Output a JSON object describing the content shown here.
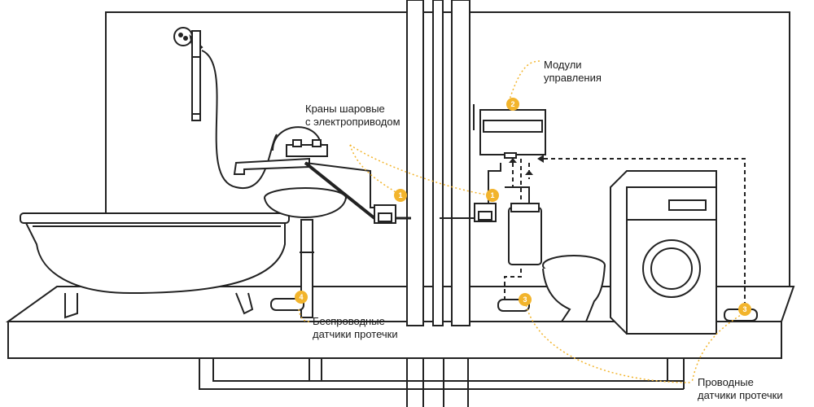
{
  "colors": {
    "accent": "#f2b42c",
    "line": "#222222",
    "background": "#ffffff"
  },
  "labels": {
    "control_modules": {
      "line1": "Модули",
      "line2": "управления"
    },
    "ball_valves": {
      "line1": "Краны шаровые",
      "line2": "с электроприводом"
    },
    "wireless_sensors": {
      "line1": "Беспроводные",
      "line2": "датчики протечки"
    },
    "wired_sensors": {
      "line1": "Проводные",
      "line2": "датчики протечки"
    }
  },
  "markers": [
    "1",
    "1",
    "2",
    "3",
    "3",
    "4"
  ],
  "icons": [
    "shower-head-icon",
    "bathtub-icon",
    "sink-icon",
    "mixer-faucet-icon",
    "ball-valve-icon",
    "control-module-icon",
    "toilet-icon",
    "washing-machine-icon",
    "leak-sensor-icon"
  ]
}
